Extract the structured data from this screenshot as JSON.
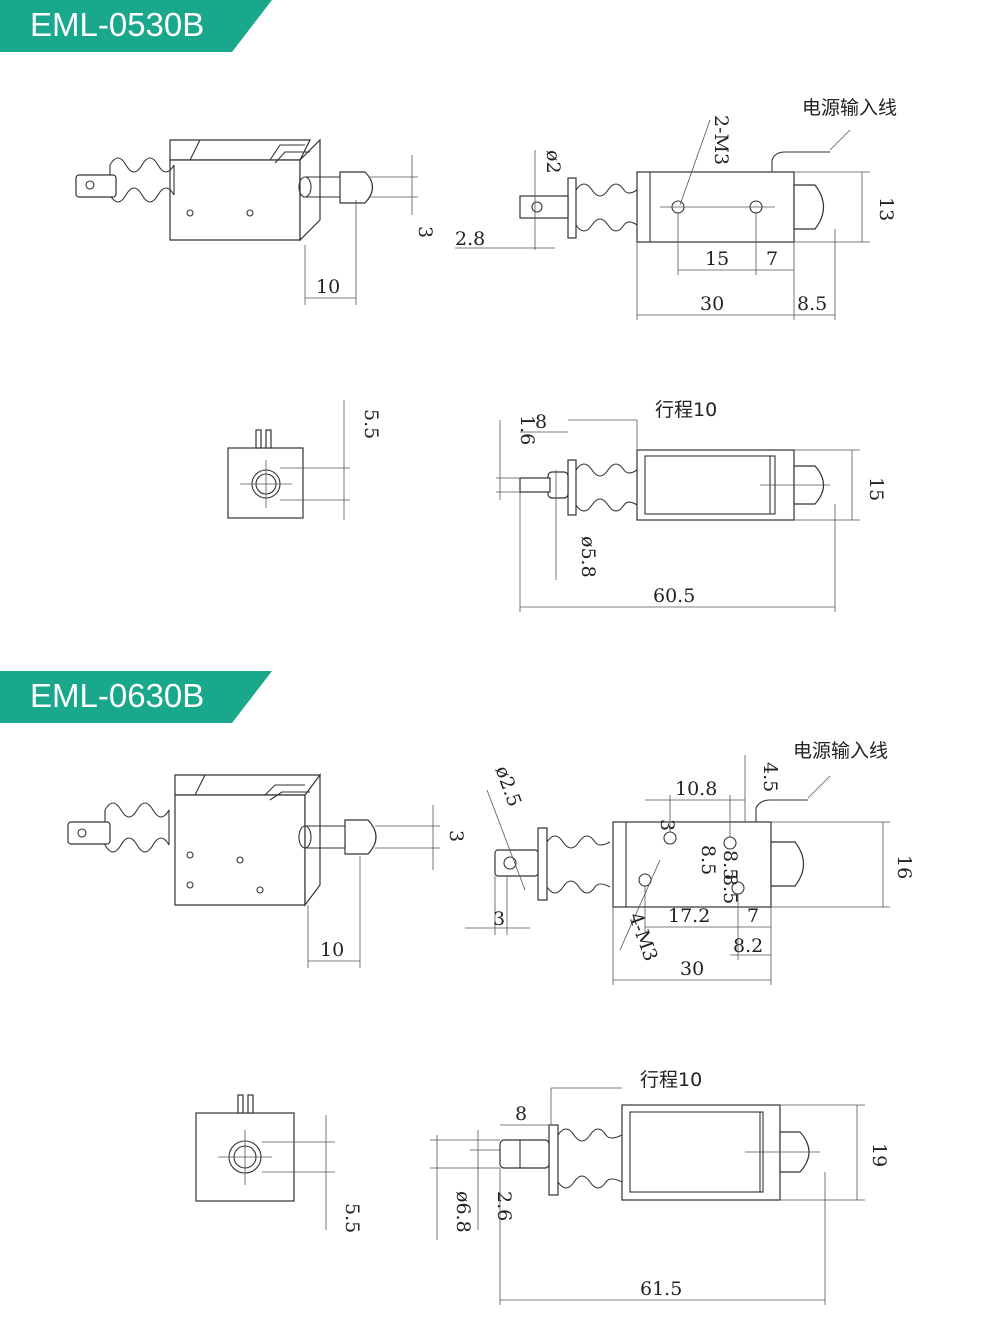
{
  "sections": [
    {
      "model": "EML-0530B",
      "lead_wire_label": "电源输入线",
      "stroke_label": "行程10",
      "dims": {
        "iso_stroke": "10",
        "iso_pin": "3",
        "hole_dia": "ø2",
        "threads": "2-M3",
        "tip": "2.8",
        "hole_spacing": "15",
        "hole_end": "7",
        "body_len": "30",
        "cap_len": "8.5",
        "height": "13",
        "end_offset": "5.5",
        "pin_step": "1.6",
        "pin_len": "8",
        "shaft_dia": "ø5.8",
        "frame_h": "15",
        "total_len": "60.5"
      }
    },
    {
      "model": "EML-0630B",
      "lead_wire_label": "电源输入线",
      "stroke_label": "行程10",
      "dims": {
        "iso_stroke": "10",
        "iso_pin": "3",
        "hole_dia": "ø2.5",
        "threads": "4-M3",
        "tip": "3",
        "top_spacing": "10.8",
        "top_offset": "4.5",
        "v_a": "3",
        "v_b": "8.5",
        "v_c": "8.5",
        "v_d": "8.5",
        "hole_spacing": "17.2",
        "hole_end": "7",
        "hole_end2": "8.2",
        "body_len": "30",
        "height": "16",
        "end_offset": "5.5",
        "pin_len": "8",
        "shaft_dia": "ø6.8",
        "pin_step": "2.6",
        "frame_h": "19",
        "total_len": "61.5"
      }
    }
  ],
  "colors": {
    "banner": "#1aa88c",
    "banner_dark": "#0f8c74",
    "line": "#333333"
  }
}
